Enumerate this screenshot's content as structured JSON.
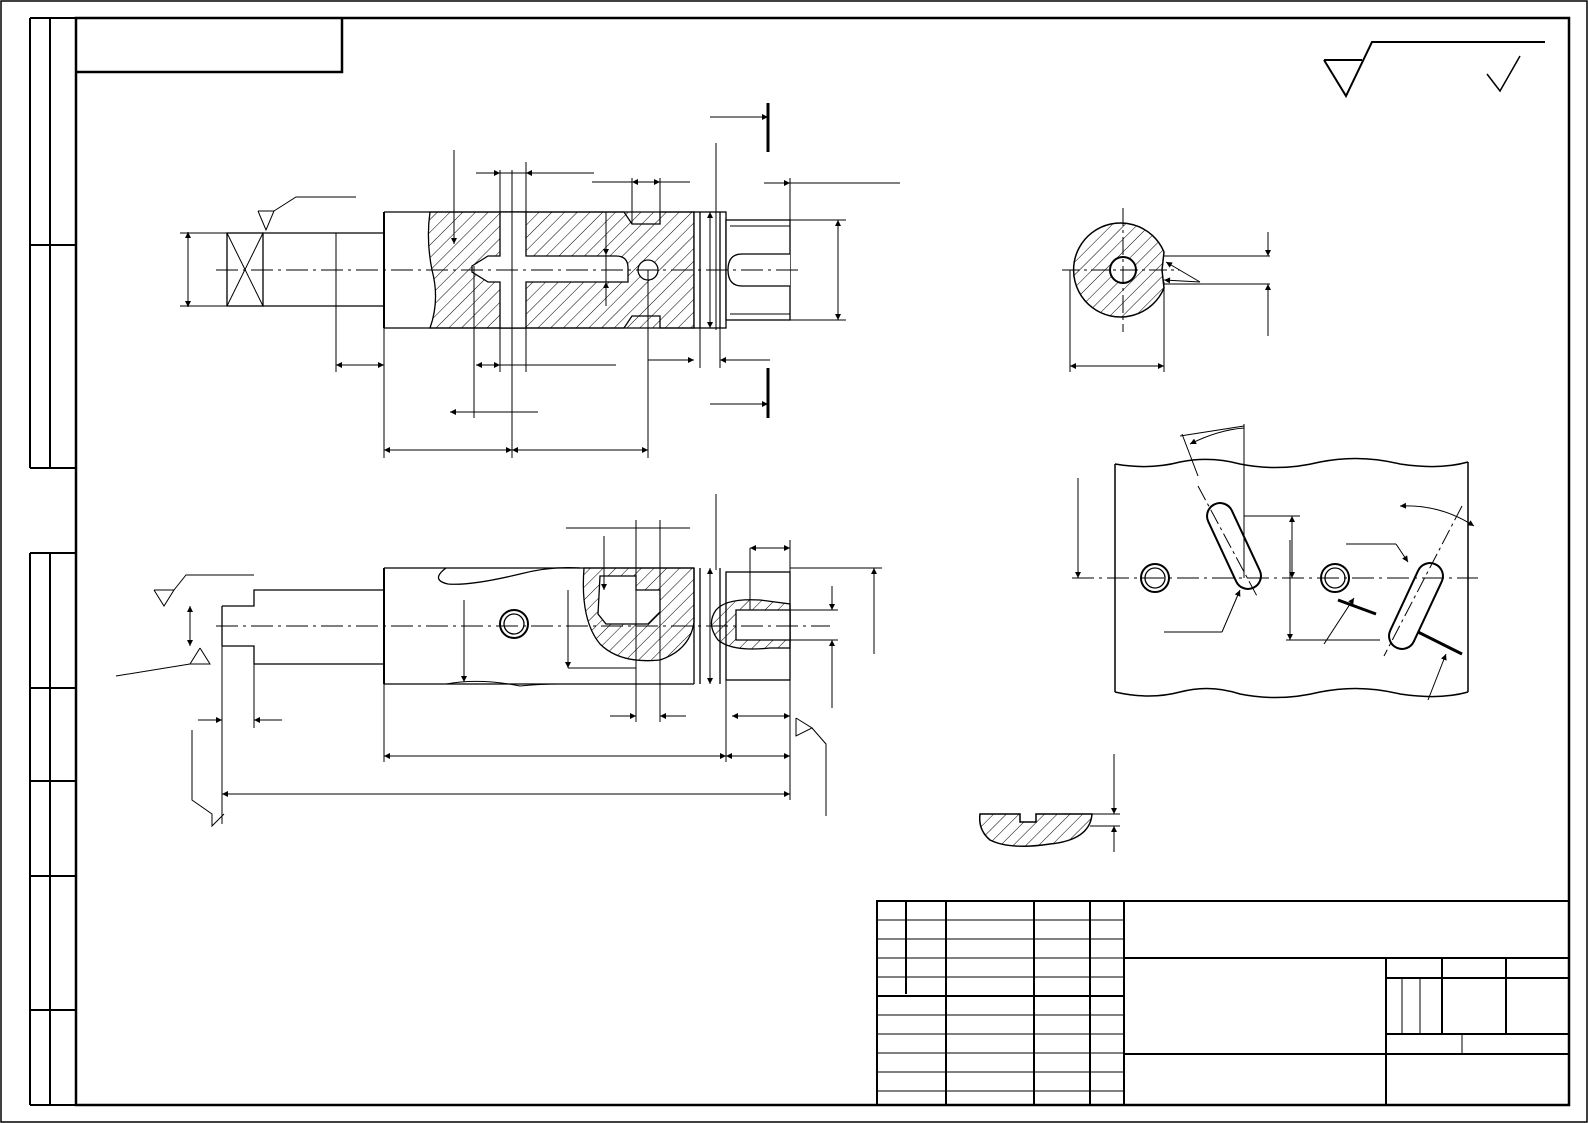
{
  "drawing": {
    "line_color": "#000000",
    "background": "#ffffff",
    "hatch": "diagonal-45",
    "views": [
      "main-section-view",
      "lower-half-section-view",
      "cross-section-round",
      "slot-layout-view",
      "small-section-detail"
    ]
  },
  "symbols": {
    "roughness_general": "roughness-triangle-symbol",
    "roughness_check": "roughness-check-symbol",
    "section_marks": "section-cut-arrows"
  },
  "title_block": {
    "present": true,
    "text": ""
  }
}
